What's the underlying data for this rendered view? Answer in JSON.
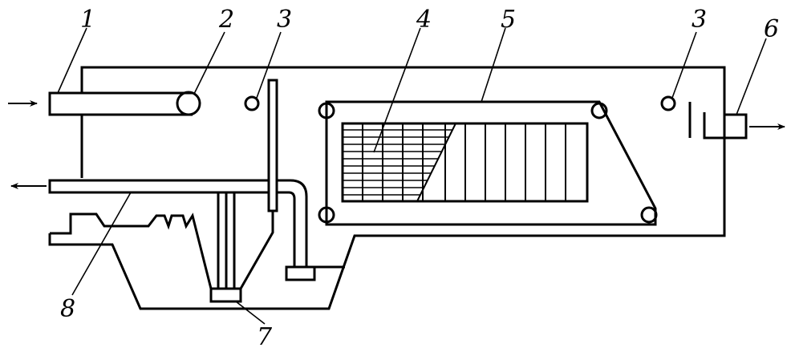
{
  "labels": {
    "l1": "1",
    "l2": "2",
    "l3a": "3",
    "l3b": "3",
    "l4": "4",
    "l5": "5",
    "l6": "6",
    "l7": "7",
    "l8": "8"
  },
  "colors": {
    "stroke": "#000000",
    "background": "#ffffff"
  }
}
